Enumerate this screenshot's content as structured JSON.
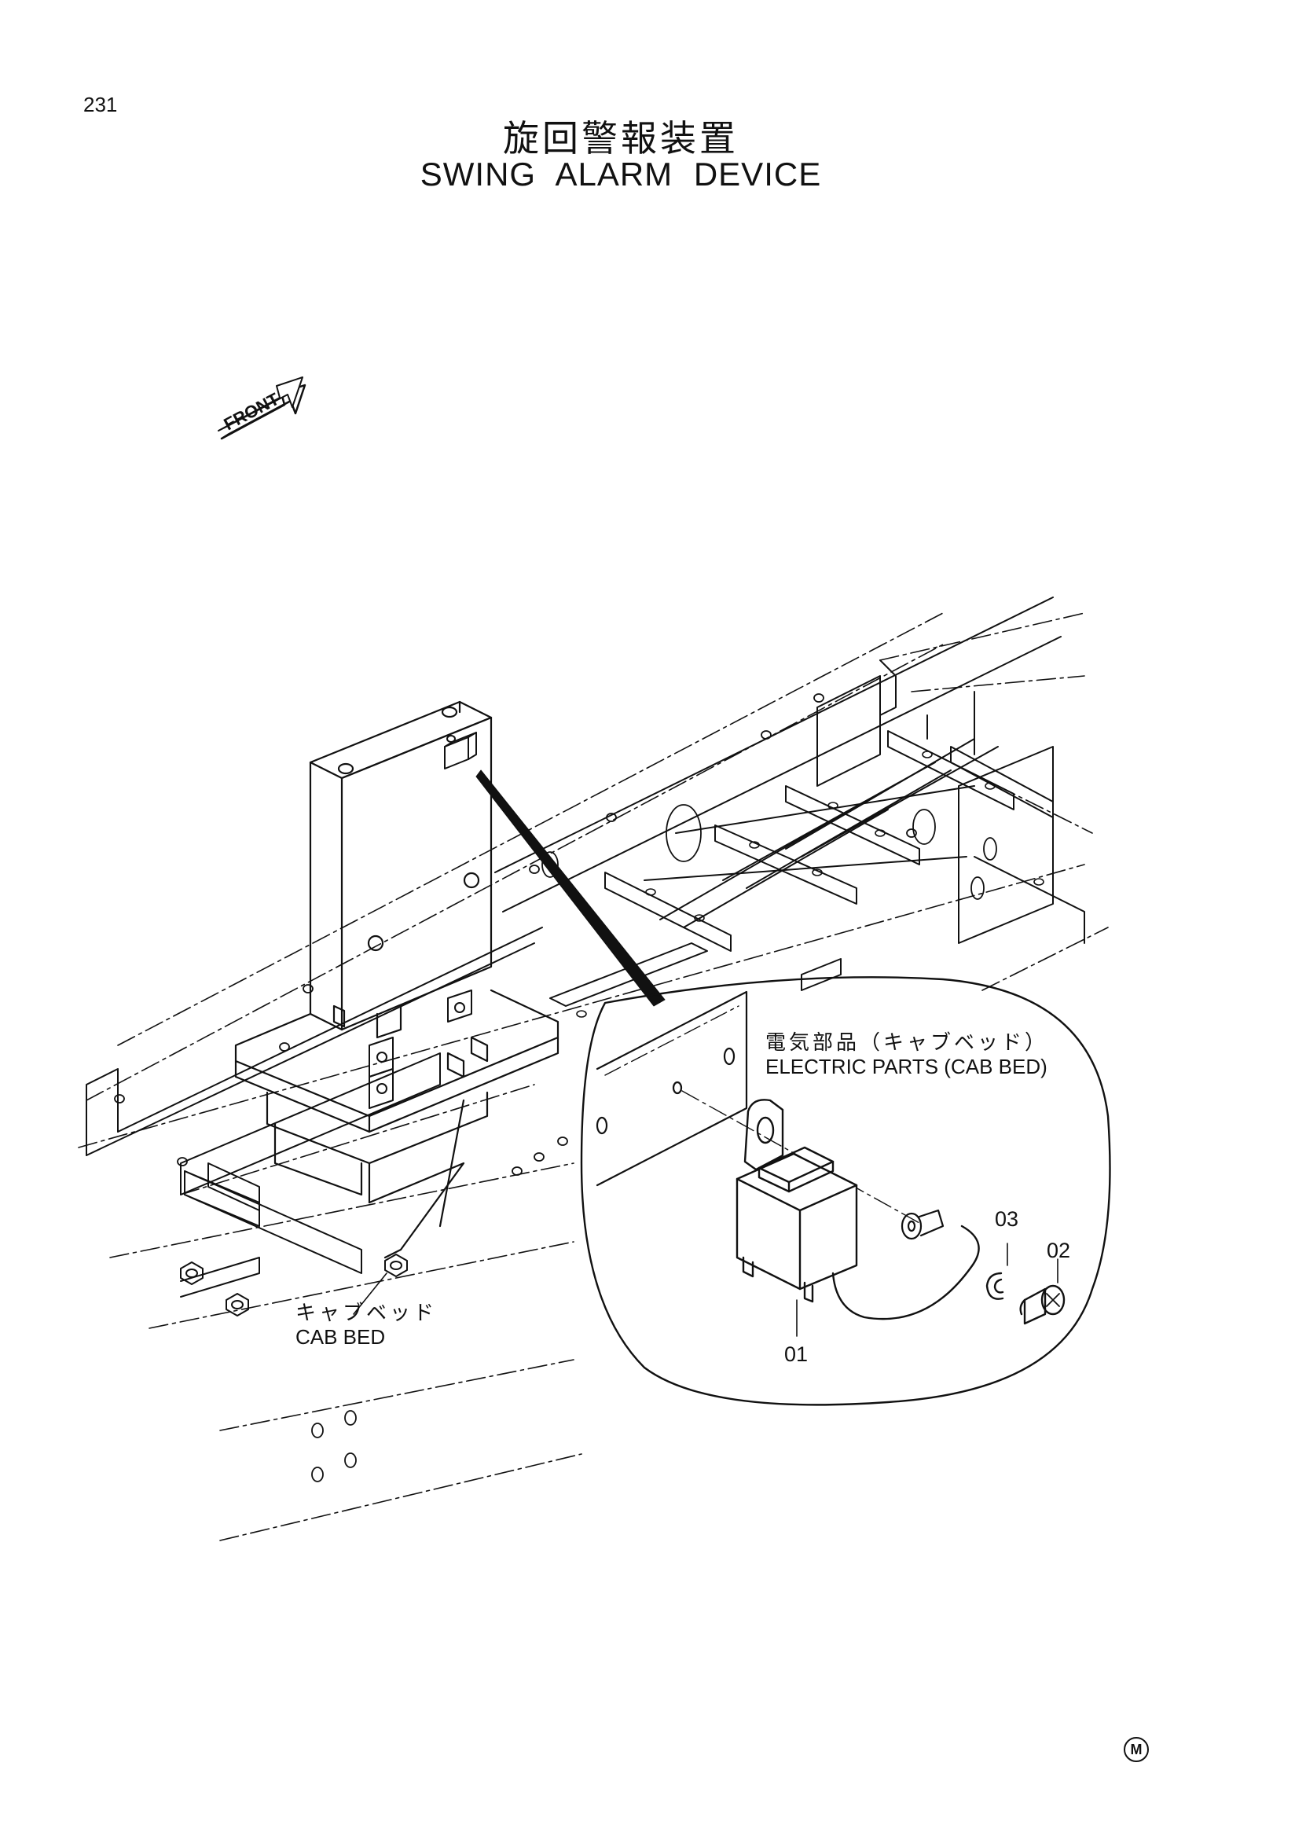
{
  "page_number": "231",
  "title_jp": "旋回警報装置",
  "title_en": "SWING ALARM DEVICE",
  "front_arrow_label": "FRONT",
  "detail": {
    "title_jp": "電気部品（キャブベッド）",
    "title_en": "ELECTRIC PARTS (CAB BED)"
  },
  "cab_bed": {
    "label_jp": "キャブベッド",
    "label_en": "CAB BED"
  },
  "callouts": {
    "part_01": "01",
    "part_02": "02",
    "part_03": "03"
  },
  "footer_mark": "M"
}
